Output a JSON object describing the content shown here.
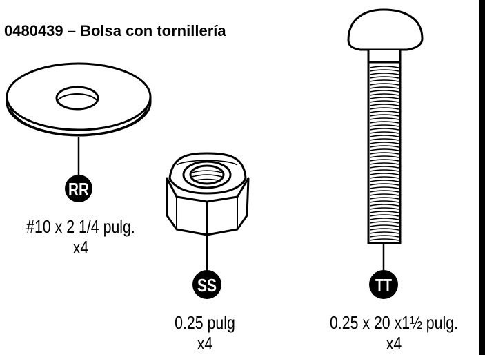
{
  "title": "0480439 – Bolsa con tornillería",
  "parts": [
    {
      "id": "RR",
      "spec": "#10 x 2 1/4 pulg.",
      "qty": "x4"
    },
    {
      "id": "SS",
      "spec": "0.25 pulg",
      "qty": "x4"
    },
    {
      "id": "TT",
      "spec": "0.25 x 20 x1½ pulg.",
      "qty": "x4"
    }
  ],
  "colors": {
    "ink": "#000000",
    "paper": "#ffffff"
  },
  "icons": [
    "washer-icon",
    "lock-nut-icon",
    "carriage-bolt-icon"
  ]
}
